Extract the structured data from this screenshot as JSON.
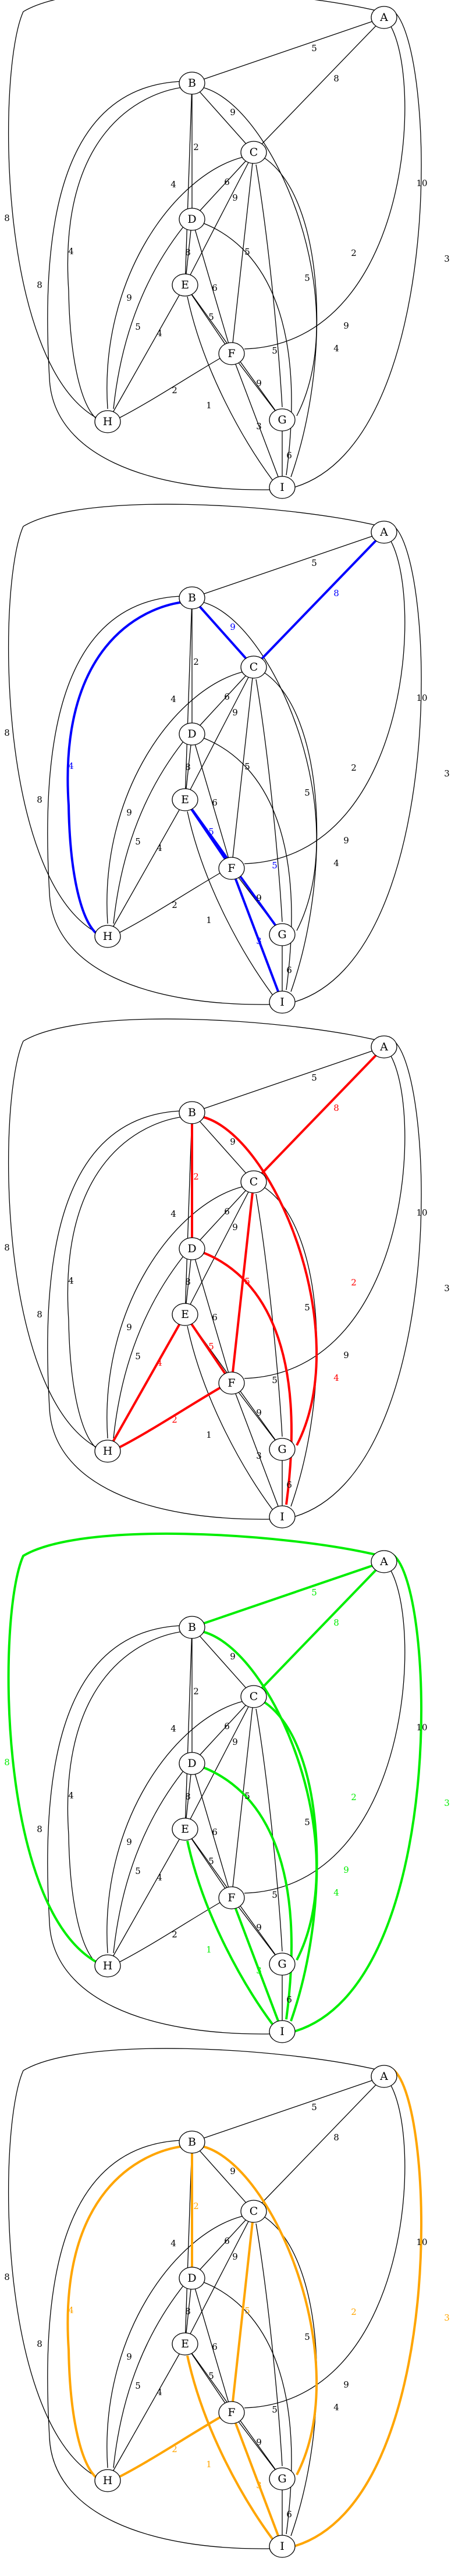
{
  "nodes": [
    "A",
    "B",
    "C",
    "D",
    "E",
    "F",
    "G",
    "H",
    "I"
  ],
  "edges": [
    {
      "id": "A-B",
      "from": "A",
      "to": "B",
      "weight": "5"
    },
    {
      "id": "A-C",
      "from": "A",
      "to": "C",
      "weight": "8"
    },
    {
      "id": "A-F",
      "from": "A",
      "to": "F",
      "weight": "10"
    },
    {
      "id": "A-H",
      "from": "A",
      "to": "H",
      "weight": "8"
    },
    {
      "id": "A-I",
      "from": "A",
      "to": "I",
      "weight": "3"
    },
    {
      "id": "B-C",
      "from": "B",
      "to": "C",
      "weight": "9"
    },
    {
      "id": "B-D",
      "from": "B",
      "to": "D",
      "weight": "2"
    },
    {
      "id": "B-E",
      "from": "B",
      "to": "E",
      "weight": "4"
    },
    {
      "id": "B-G",
      "from": "B",
      "to": "G",
      "weight": "2"
    },
    {
      "id": "B-H",
      "from": "B",
      "to": "H",
      "weight": "4"
    },
    {
      "id": "B-I",
      "from": "B",
      "to": "I",
      "weight": "8"
    },
    {
      "id": "C-D",
      "from": "C",
      "to": "D",
      "weight": "6"
    },
    {
      "id": "C-E",
      "from": "C",
      "to": "E",
      "weight": "9"
    },
    {
      "id": "C-F",
      "from": "C",
      "to": "F",
      "weight": "5"
    },
    {
      "id": "C-G",
      "from": "C",
      "to": "G",
      "weight": "5"
    },
    {
      "id": "C-H",
      "from": "C",
      "to": "H",
      "weight": "9"
    },
    {
      "id": "C-I",
      "from": "C",
      "to": "I",
      "weight": "9"
    },
    {
      "id": "D-E",
      "from": "D",
      "to": "E",
      "weight": "8"
    },
    {
      "id": "D-F",
      "from": "D",
      "to": "F",
      "weight": "6"
    },
    {
      "id": "D-H",
      "from": "D",
      "to": "H",
      "weight": "5"
    },
    {
      "id": "D-I",
      "from": "D",
      "to": "I",
      "weight": "4"
    },
    {
      "id": "E-F",
      "from": "E",
      "to": "F",
      "weight": "5"
    },
    {
      "id": "E-G",
      "from": "E",
      "to": "G",
      "weight": "5"
    },
    {
      "id": "E-H",
      "from": "E",
      "to": "H",
      "weight": "4"
    },
    {
      "id": "E-I",
      "from": "E",
      "to": "I",
      "weight": "1"
    },
    {
      "id": "F-G",
      "from": "F",
      "to": "G",
      "weight": "9"
    },
    {
      "id": "F-H",
      "from": "F",
      "to": "H",
      "weight": "2"
    },
    {
      "id": "F-I",
      "from": "F",
      "to": "I",
      "weight": "3"
    },
    {
      "id": "G-I",
      "from": "G",
      "to": "I",
      "weight": "6"
    }
  ],
  "panels": [
    {
      "highlight_color": "#000000",
      "highlighted_edges": []
    },
    {
      "highlight_color": "#0000ff",
      "highlighted_edges": [
        "A-C",
        "B-C",
        "B-H",
        "E-F",
        "E-G",
        "F-I"
      ]
    },
    {
      "highlight_color": "#ff0000",
      "highlighted_edges": [
        "A-C",
        "B-D",
        "B-G",
        "C-F",
        "D-I",
        "E-F",
        "E-H",
        "F-H"
      ]
    },
    {
      "highlight_color": "#00ee00",
      "highlighted_edges": [
        "A-B",
        "A-C",
        "A-H",
        "A-I",
        "B-G",
        "C-I",
        "D-I",
        "E-I",
        "F-I"
      ]
    },
    {
      "highlight_color": "#ffa500",
      "highlighted_edges": [
        "A-I",
        "B-D",
        "B-G",
        "B-H",
        "C-F",
        "E-I",
        "F-H",
        "F-I"
      ]
    }
  ]
}
